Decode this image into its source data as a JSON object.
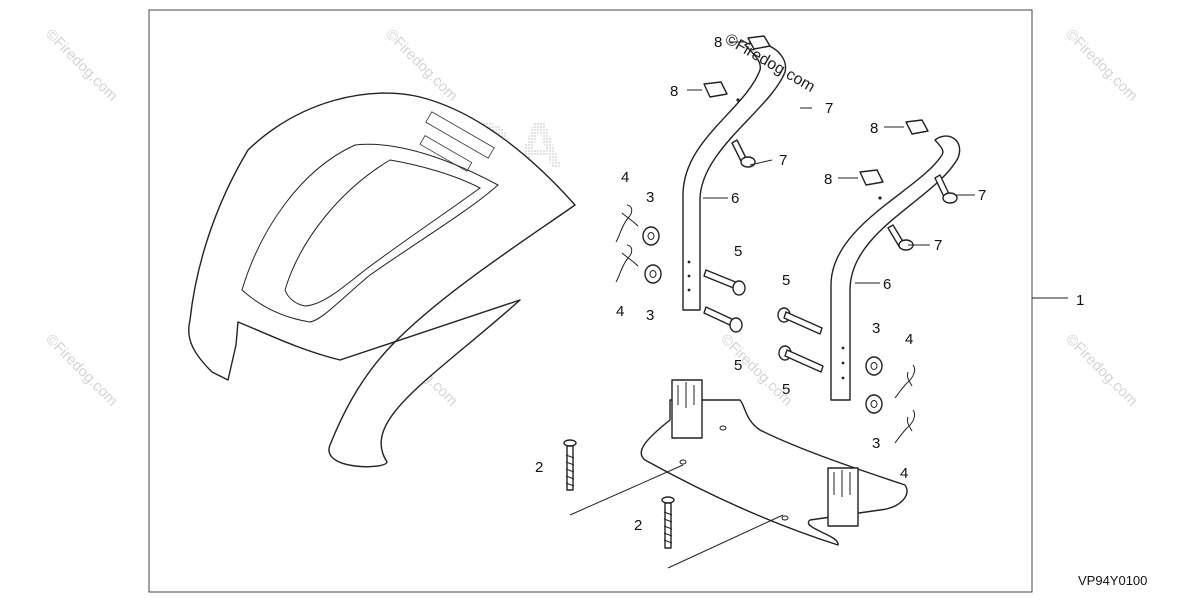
{
  "watermark_text": "©Firedog.com",
  "brand_text": "HONDA",
  "diagram_code": "VP94Y0100",
  "callouts": {
    "kit": "1",
    "bolt_lower": "2",
    "bolt_upper": "2",
    "washer_a": "3",
    "washer_b": "3",
    "washer_c": "3",
    "washer_d": "3",
    "clip_a": "4",
    "clip_b": "4",
    "clip_c": "4",
    "clip_d": "4",
    "pin_a": "5",
    "pin_b": "5",
    "pin_c": "5",
    "pin_d": "5",
    "bar_left": "6",
    "bar_right": "6",
    "screw_a": "7",
    "screw_b": "7",
    "screw_c": "7",
    "screw_d": "7",
    "nut_a": "8",
    "nut_b": "8",
    "nut_c": "8",
    "nut_d": "8"
  }
}
